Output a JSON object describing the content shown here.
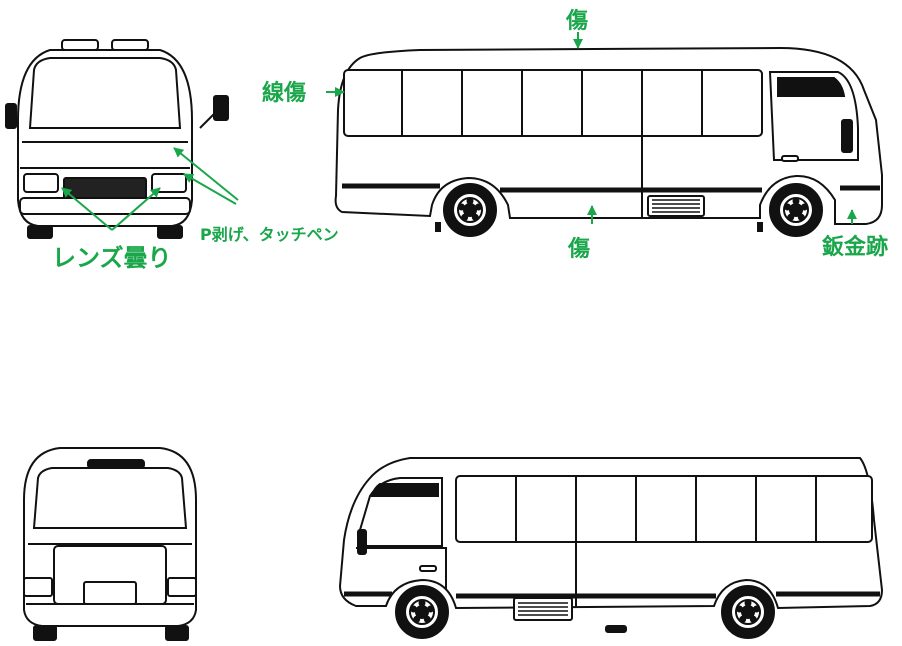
{
  "labels": {
    "top_damage": "傷",
    "line_damage": "線傷",
    "p_peel": "P剥げ、タッチペン",
    "lens_fog": "レンズ曇り",
    "bottom_damage": "傷",
    "sheet_metal": "鈑金跡"
  },
  "colors": {
    "annotation": "#1aa64a",
    "outline": "#111111",
    "fill": "#ffffff"
  },
  "views": [
    "front-view",
    "left-side-view",
    "rear-view",
    "right-side-view"
  ]
}
